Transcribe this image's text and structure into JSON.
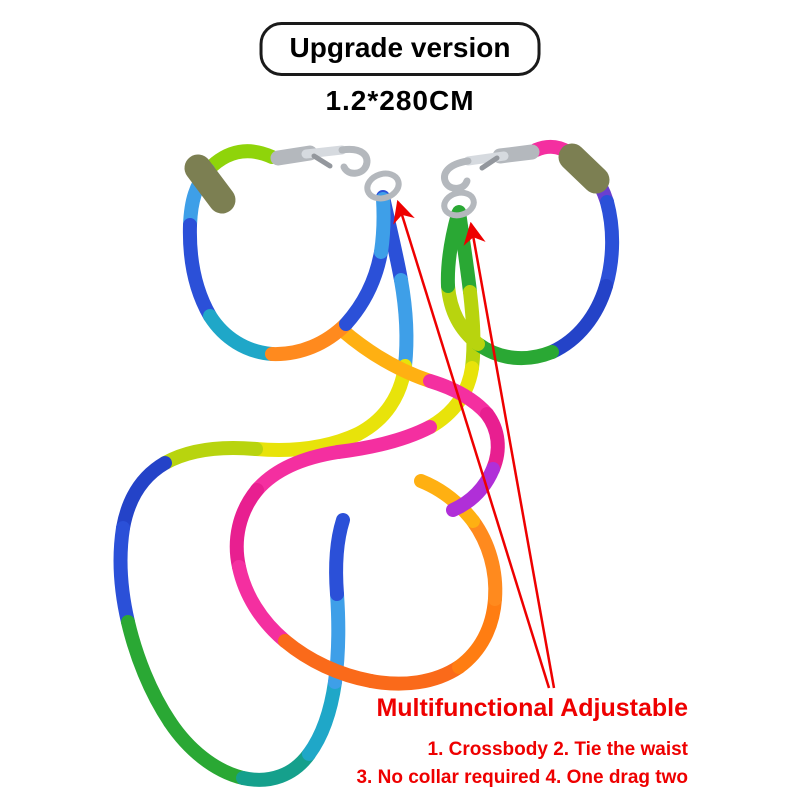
{
  "badge": {
    "label": "Upgrade version"
  },
  "size_label": "1.2*280CM",
  "annotations": {
    "title": "Multifunctional Adjustable",
    "lines": [
      "1. Crossbody 2. Tie the waist",
      "3. No collar required 4. One drag two"
    ],
    "color": "#ee0000"
  },
  "palette": {
    "silver": "#b4b8bd",
    "silver_light": "#d6dadf",
    "silver_dark": "#93979d",
    "olive": "#7c7f52",
    "lime": "#8fd40a",
    "yellow": "#e8e30a",
    "yellow_green": "#b8d40e",
    "green": "#2aa834",
    "teal": "#15a08c",
    "cyan": "#1fa7c8",
    "light_blue": "#3e9fe8",
    "blue": "#2b50d8",
    "deep_blue": "#2443c8",
    "violet": "#6a3fd0",
    "pink": "#f42fa0",
    "magenta": "#e81f90",
    "purple": "#b02fd8",
    "orange": "#fa6a1a",
    "orange_deep": "#ff7d12",
    "orange_light": "#ff8a1e",
    "amber": "#ffb012",
    "red": "#ee0000"
  }
}
